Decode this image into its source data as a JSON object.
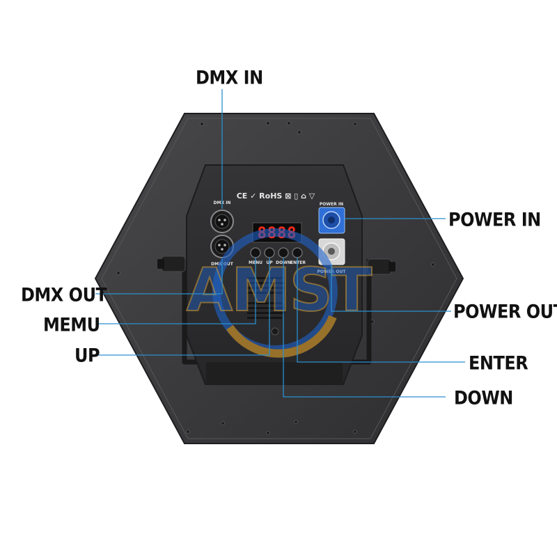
{
  "callouts": {
    "dmx_in": "DMX IN",
    "dmx_out": "DMX OUT",
    "memu": "MEMU",
    "up": "UP",
    "power_in": "POWER IN",
    "power_out": "POWER OUT",
    "enter": "ENTER",
    "down": "DOWN"
  },
  "panel": {
    "dmx_in": "DMX IN",
    "dmx_out": "DMX OUT",
    "power_in": "POWER IN",
    "power_out": "POWER OUT",
    "btn_menu": "MENU",
    "btn_up": "UP",
    "btn_down": "DOWN",
    "btn_enter": "ENTER",
    "display": "8888",
    "cert_marks": "CE ✓ RoHS ⊠ ▯ ⌂ ▽"
  },
  "watermark": "AMST",
  "colors": {
    "leader_line": "#2a8fd0",
    "housing": "#3a3a3c",
    "panel": "#2b2b2d",
    "display_led": "#ff2a1a",
    "power_in": "#2f6fd6",
    "power_out": "#d8d8d8",
    "watermark_blue": "#1f63c9",
    "watermark_gold": "#e2a12a"
  }
}
